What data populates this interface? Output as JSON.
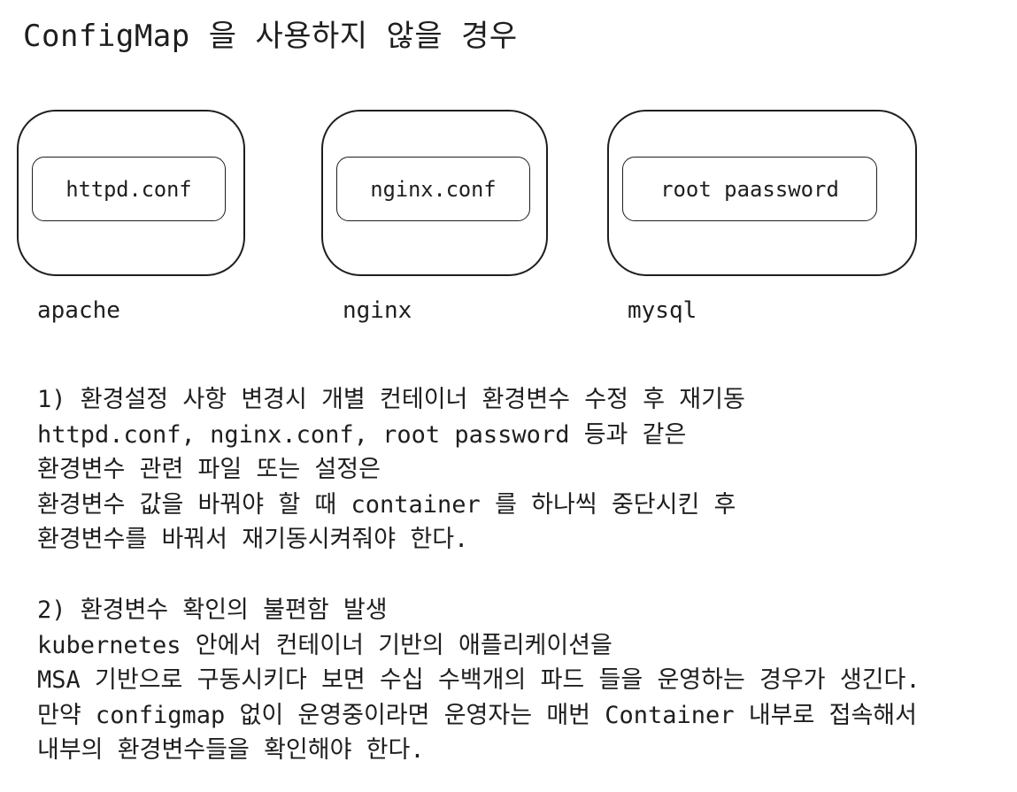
{
  "title": "ConfigMap 을 사용하지 않을 경우",
  "pods": [
    {
      "config": "httpd.conf",
      "label": "apache"
    },
    {
      "config": "nginx.conf",
      "label": "nginx"
    },
    {
      "config": "root paassword",
      "label": "mysql"
    }
  ],
  "paragraph1": [
    "1) 환경설정 사항 변경시 개별 컨테이너 환경변수 수정 후 재기동",
    "httpd.conf, nginx.conf, root password 등과 같은",
    "환경변수 관련 파일 또는 설정은",
    "환경변수 값을 바꿔야 할 때 container 를 하나씩 중단시킨 후",
    "환경변수를 바꿔서 재기동시켜줘야 한다."
  ],
  "paragraph2": [
    "2) 환경변수 확인의 불편함 발생",
    "kubernetes 안에서 컨테이너 기반의 애플리케이션을",
    "MSA 기반으로 구동시키다 보면 수십 수백개의 파드 들을 운영하는 경우가 생긴다.",
    "만약 configmap 없이 운영중이라면 운영자는 매번 Container 내부로 접속해서",
    "내부의 환경변수들을 확인해야 한다."
  ]
}
